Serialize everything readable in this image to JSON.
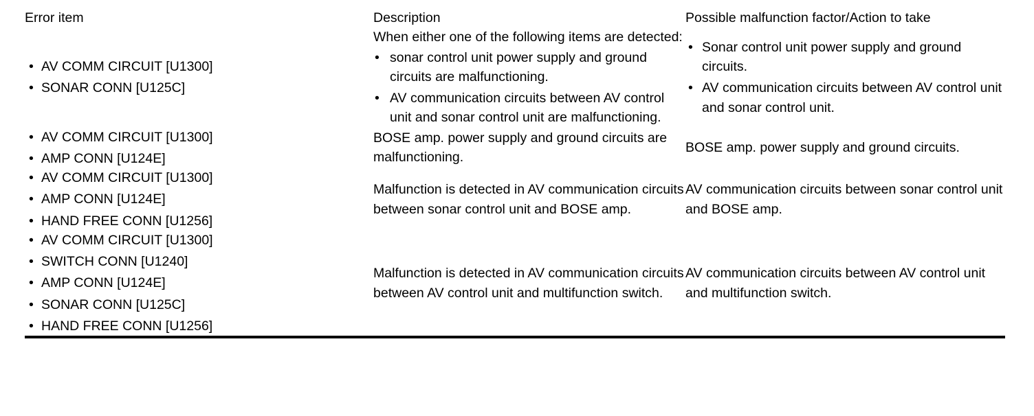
{
  "table": {
    "headers": [
      "Error item",
      "Description",
      "Possible malfunction factor/Action to take"
    ],
    "bullet_glyph": "•",
    "rows": [
      {
        "error_items": [
          "AV COMM CIRCUIT [U1300]",
          "SONAR CONN [U125C]"
        ],
        "description_lead": "When either one of the following items are detected:",
        "description_bullets": [
          "sonar control unit power supply and ground circuits are malfunctioning.",
          "AV communication circuits between AV control unit and sonar control unit are malfunctioning."
        ],
        "description_text": "",
        "action_bullets": [
          "Sonar control unit power supply and ground circuits.",
          "AV communication circuits between AV control unit and sonar control unit."
        ],
        "action_text": ""
      },
      {
        "error_items": [
          "AV COMM CIRCUIT [U1300]",
          "AMP CONN [U124E]"
        ],
        "description_lead": "",
        "description_bullets": [],
        "description_text": "BOSE amp. power supply and ground circuits are malfunctioning.",
        "action_bullets": [],
        "action_text": "BOSE amp. power supply and ground circuits."
      },
      {
        "error_items": [
          "AV COMM CIRCUIT [U1300]",
          "AMP CONN [U124E]",
          "HAND FREE CONN [U1256]"
        ],
        "description_lead": "",
        "description_bullets": [],
        "description_text": "Malfunction is detected in AV communication circuits between sonar control unit and BOSE amp.",
        "action_bullets": [],
        "action_text": "AV communication circuits between sonar control unit and BOSE amp."
      },
      {
        "error_items": [
          "AV COMM CIRCUIT [U1300]",
          "SWITCH CONN [U1240]",
          "AMP CONN [U124E]",
          "SONAR CONN [U125C]",
          "HAND FREE CONN [U1256]"
        ],
        "description_lead": "",
        "description_bullets": [],
        "description_text": "Malfunction is detected in AV communication circuits between AV control unit and multifunction switch.",
        "action_bullets": [],
        "action_text": "AV communication circuits between AV control unit and multifunction switch."
      }
    ]
  }
}
